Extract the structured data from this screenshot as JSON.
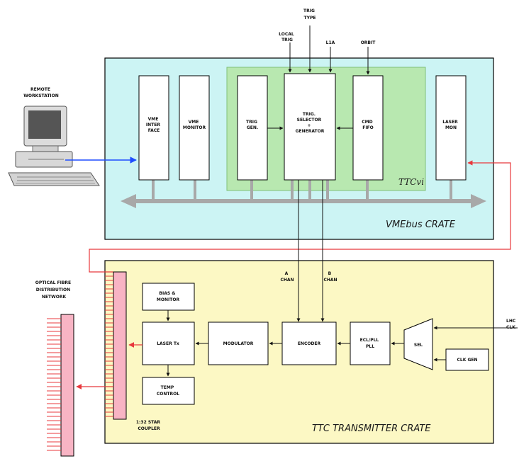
{
  "crates": {
    "vme": "VMEbus CRATE",
    "ttcvi": "TTCvi",
    "transmitter": "TTC TRANSMITTER CRATE"
  },
  "vme_modules": {
    "vme_interface": [
      "VME",
      "INTER",
      "FACE"
    ],
    "vme_monitor": [
      "VME",
      "MONITOR"
    ],
    "trig_gen": [
      "TRIG",
      "GEN."
    ],
    "trig_selector": [
      "TRIG.",
      "SELECTOR",
      "+",
      "GENERATOR"
    ],
    "cmd_fifo": [
      "CMD",
      "FIFO"
    ],
    "laser_mon": [
      "LASER",
      "MON"
    ]
  },
  "transmitter_modules": {
    "bias_monitor": [
      "BIAS &",
      "MONITOR"
    ],
    "laser_tx": "LASER Tx",
    "temp_control": [
      "TEMP",
      "CONTROL"
    ],
    "modulator": "MODULATOR",
    "encoder": "ENCODER",
    "ecl_pll": [
      "ECL/PLL",
      "PLL"
    ],
    "sel": "SEL",
    "clk_gen": "CLK GEN"
  },
  "labels": {
    "remote_workstation": [
      "REMOTE",
      "WORKSTATION"
    ],
    "trig_type": [
      "TRIG",
      "TYPE"
    ],
    "local_trig": [
      "LOCAL",
      "TRIG"
    ],
    "l1a": "L1A",
    "orbit": "ORBIT",
    "chan_a": [
      "A",
      "CHAN"
    ],
    "chan_b": [
      "B",
      "CHAN"
    ],
    "optical_fibre": [
      "OPTICAL FIBRE",
      "DISTRIBUTION",
      "NETWORK"
    ],
    "coupler": [
      "1:32 STAR",
      "COUPLER"
    ],
    "lhc_clock": [
      "LHC",
      "CLK"
    ]
  },
  "colors": {
    "vme_crate_fill": "#ccf4f4",
    "vme_crate_stroke": "#000000",
    "ttcvi_fill": "#b8e8b0",
    "transmitter_fill": "#fcf8c4",
    "module_fill": "#ffffff",
    "bus": "#a8a8a8",
    "blue_link": "#1e4dff",
    "red_link": "#e8383c",
    "coupler_fill": "#f8b4c4"
  },
  "icons": {
    "workstation": "computer-workstation-icon"
  }
}
